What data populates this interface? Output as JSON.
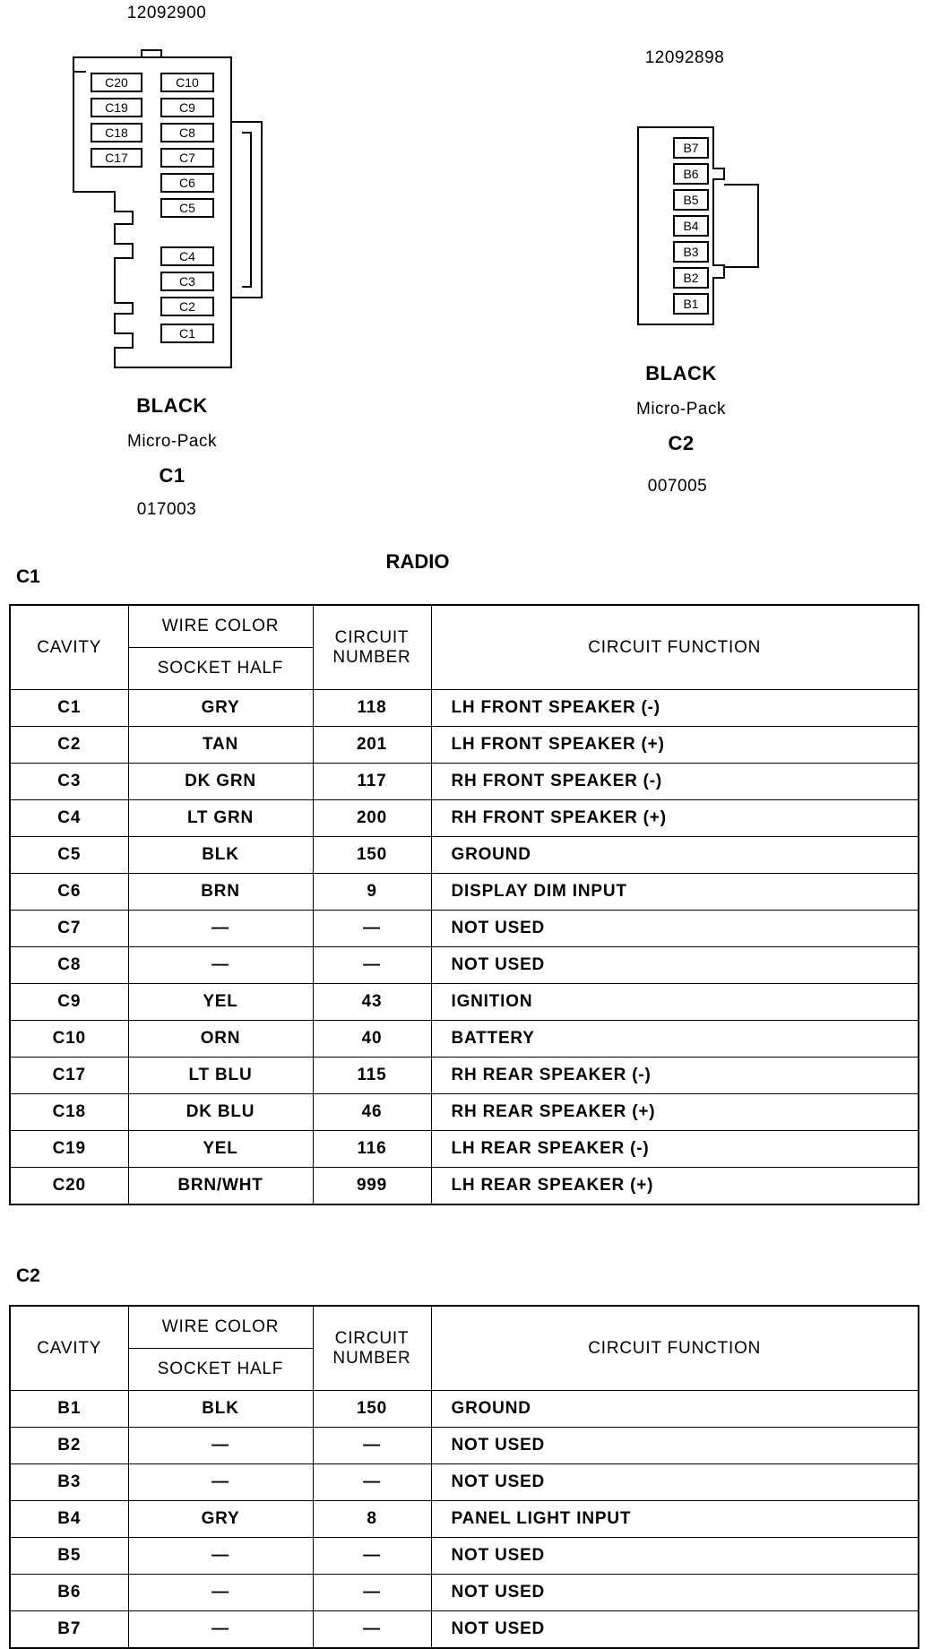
{
  "connector_c1": {
    "part_number": "12092900",
    "color": "BLACK",
    "type": "Micro-Pack",
    "name": "C1",
    "code": "017003",
    "cavities_left": [
      "C20",
      "C19",
      "C18",
      "C17"
    ],
    "cavities_right": [
      "C10",
      "C9",
      "C8",
      "C7",
      "C6",
      "C5",
      "C4",
      "C3",
      "C2",
      "C1"
    ]
  },
  "connector_c2": {
    "part_number": "12092898",
    "color": "BLACK",
    "type": "Micro-Pack",
    "name": "C2",
    "code": "007005",
    "cavities": [
      "B7",
      "B6",
      "B5",
      "B4",
      "B3",
      "B2",
      "B1"
    ]
  },
  "page_title": "RADIO",
  "headers": {
    "cavity": "CAVITY",
    "wire_color": "WIRE COLOR",
    "socket_half": "SOCKET HALF",
    "circuit_number_1": "CIRCUIT",
    "circuit_number_2": "NUMBER",
    "circuit_function": "CIRCUIT FUNCTION"
  },
  "table_c1": {
    "label": "C1",
    "rows": [
      {
        "cavity": "C1",
        "color": "GRY",
        "circuit": "118",
        "function": "LH FRONT SPEAKER (-)"
      },
      {
        "cavity": "C2",
        "color": "TAN",
        "circuit": "201",
        "function": "LH FRONT SPEAKER (+)"
      },
      {
        "cavity": "C3",
        "color": "DK GRN",
        "circuit": "117",
        "function": "RH FRONT SPEAKER (-)"
      },
      {
        "cavity": "C4",
        "color": "LT GRN",
        "circuit": "200",
        "function": "RH FRONT SPEAKER (+)"
      },
      {
        "cavity": "C5",
        "color": "BLK",
        "circuit": "150",
        "function": "GROUND"
      },
      {
        "cavity": "C6",
        "color": "BRN",
        "circuit": "9",
        "function": "DISPLAY DIM INPUT"
      },
      {
        "cavity": "C7",
        "color": "—",
        "circuit": "—",
        "function": "NOT USED"
      },
      {
        "cavity": "C8",
        "color": "—",
        "circuit": "—",
        "function": "NOT USED"
      },
      {
        "cavity": "C9",
        "color": "YEL",
        "circuit": "43",
        "function": "IGNITION"
      },
      {
        "cavity": "C10",
        "color": "ORN",
        "circuit": "40",
        "function": "BATTERY"
      },
      {
        "cavity": "C17",
        "color": "LT BLU",
        "circuit": "115",
        "function": "RH REAR SPEAKER (-)"
      },
      {
        "cavity": "C18",
        "color": "DK BLU",
        "circuit": "46",
        "function": "RH REAR SPEAKER (+)"
      },
      {
        "cavity": "C19",
        "color": "YEL",
        "circuit": "116",
        "function": "LH REAR SPEAKER (-)"
      },
      {
        "cavity": "C20",
        "color": "BRN/WHT",
        "circuit": "999",
        "function": "LH REAR SPEAKER (+)"
      }
    ]
  },
  "table_c2": {
    "label": "C2",
    "rows": [
      {
        "cavity": "B1",
        "color": "BLK",
        "circuit": "150",
        "function": "GROUND"
      },
      {
        "cavity": "B2",
        "color": "—",
        "circuit": "—",
        "function": "NOT USED"
      },
      {
        "cavity": "B3",
        "color": "—",
        "circuit": "—",
        "function": "NOT USED"
      },
      {
        "cavity": "B4",
        "color": "GRY",
        "circuit": "8",
        "function": "PANEL LIGHT INPUT"
      },
      {
        "cavity": "B5",
        "color": "—",
        "circuit": "—",
        "function": "NOT USED"
      },
      {
        "cavity": "B6",
        "color": "—",
        "circuit": "—",
        "function": "NOT USED"
      },
      {
        "cavity": "B7",
        "color": "—",
        "circuit": "—",
        "function": "NOT USED"
      }
    ]
  }
}
